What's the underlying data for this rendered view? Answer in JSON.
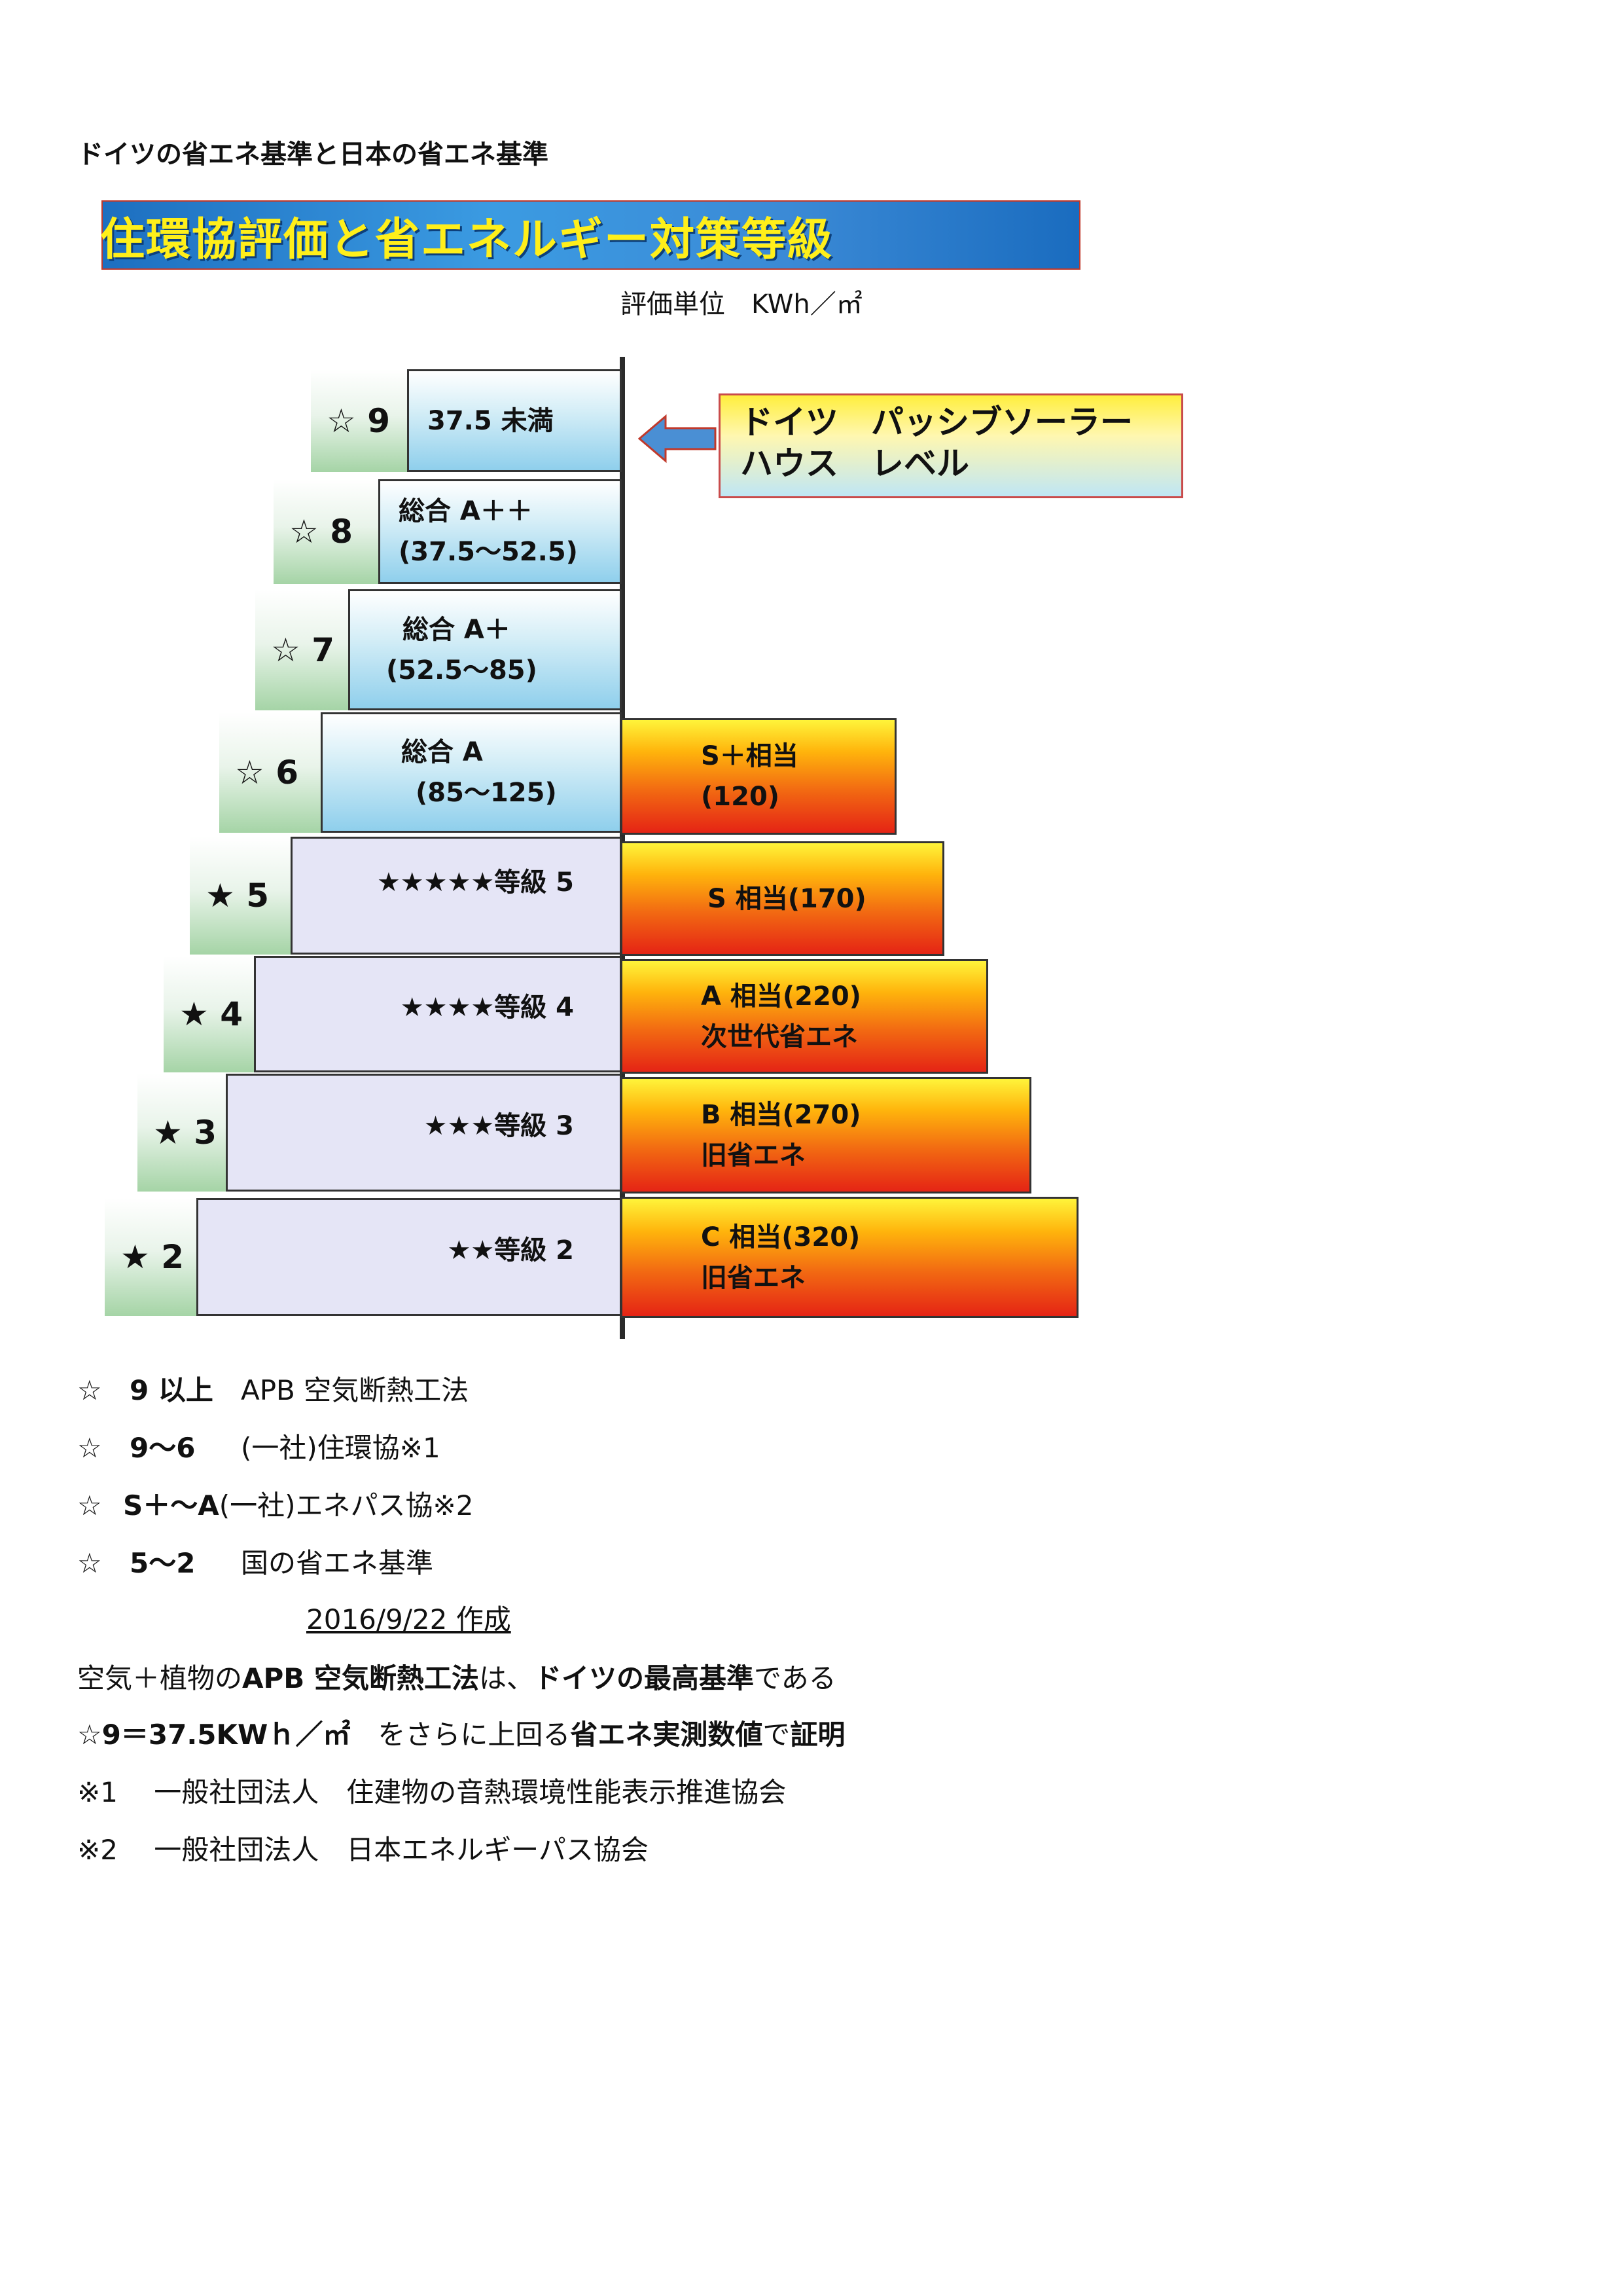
{
  "heading": "ドイツの省エネ基準と日本の省エネ基準",
  "banner_title": "住環協評価と省エネルギー対策等級",
  "unit": "評価単位　KWh／㎡",
  "callout": {
    "line1": "ドイツ　パッシブソーラー",
    "line2": "ハウス　レベル"
  },
  "levels": [
    {
      "star": "☆ 9",
      "l1": "37.5 未満",
      "l2": ""
    },
    {
      "star": "☆ 8",
      "l1": "総合 A＋＋",
      "l2": "(37.5～52.5)"
    },
    {
      "star": "☆ 7",
      "l1": "総合 A＋",
      "l2": "(52.5～85)"
    },
    {
      "star": "☆ 6",
      "l1": "総合 A",
      "l2": "(85～125)"
    },
    {
      "star": "★ 5",
      "l1": "★★★★★等級 5",
      "l2": ""
    },
    {
      "star": "★ 4",
      "l1": "★★★★等級 4",
      "l2": ""
    },
    {
      "star": "★ 3",
      "l1": "★★★等級 3",
      "l2": ""
    },
    {
      "star": "★ 2",
      "l1": "★★等級 2",
      "l2": ""
    }
  ],
  "right": [
    {
      "l1": "S＋相当",
      "l2": "(120)"
    },
    {
      "l1": "S 相当(170)",
      "l2": ""
    },
    {
      "l1": "A 相当(220)",
      "l2": "次世代省エネ"
    },
    {
      "l1": "B 相当(270)",
      "l2": "旧省エネ"
    },
    {
      "l1": "C 相当(320)",
      "l2": "旧省エネ"
    }
  ],
  "legend": [
    {
      "mark": "☆",
      "key": "9 以上",
      "text": "APB 空気断熱工法"
    },
    {
      "mark": "☆",
      "key": "9～6",
      "text": "(一社)住環協※1"
    },
    {
      "mark": "☆",
      "key": "S＋～A",
      "text": "(一社)エネパス協※2"
    },
    {
      "mark": "☆",
      "key": "5～2",
      "text": "国の省エネ基準"
    }
  ],
  "date": "2016/9/22 作成",
  "statement": {
    "a": "空気＋植物の",
    "b": "APB 空気断熱工法",
    "c": "は、",
    "d": "ドイツの最高基準",
    "e": "である"
  },
  "proof": {
    "a": "☆9＝37.5KWｈ／㎡",
    "b": "　をさらに上回る",
    "c": "省エネ実測数値",
    "d": "で",
    "e": "証明"
  },
  "footnotes": [
    "※1　 一般社団法人　住建物の音熱環境性能表示推進協会",
    "※2　 一般社団法人　日本エネルギーパス協会"
  ]
}
